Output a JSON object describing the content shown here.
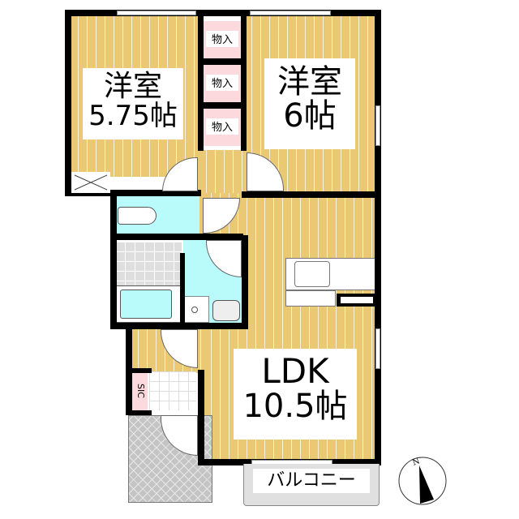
{
  "floor_plan": {
    "rooms": {
      "western_room_left": {
        "name": "洋室",
        "size": "5.75帖"
      },
      "western_room_right": {
        "name": "洋室",
        "size": "6帖"
      },
      "ldk": {
        "name": "LDK",
        "size": "10.5帖"
      }
    },
    "closets": [
      {
        "label": "物入"
      },
      {
        "label": "物入"
      },
      {
        "label": "物入"
      }
    ],
    "shoe_closet": {
      "label": "SIC"
    },
    "balcony": {
      "label": "バルコニー"
    },
    "compass": {
      "label": "N",
      "icon": "north-arrow-icon"
    },
    "colors": {
      "floor": "#ebc874",
      "floor_stripe": "#fdf3d8",
      "closet": "#fbd9dc",
      "wet_area": "#b9fbfb",
      "tile": "#dedede",
      "entrance": "#c4c4c4",
      "wall": "#000000"
    }
  }
}
